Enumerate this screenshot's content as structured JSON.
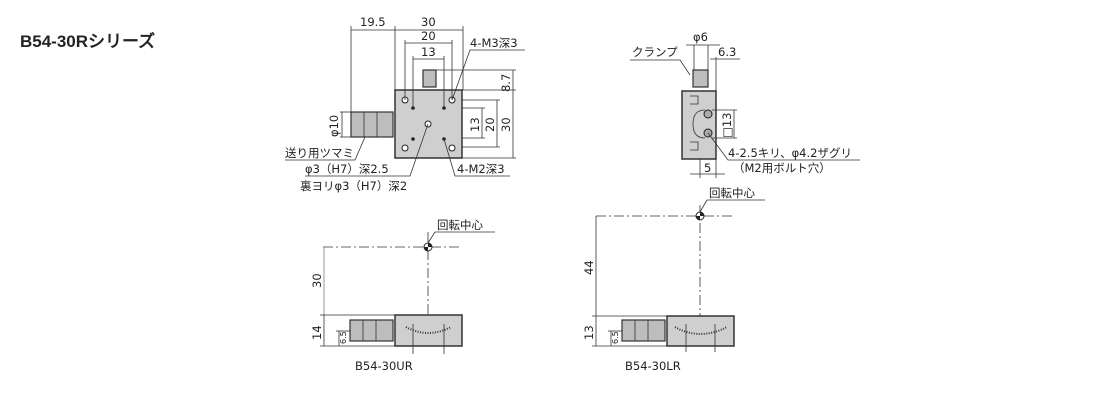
{
  "title": "B54-30Rシリーズ",
  "top_view": {
    "dims": {
      "knob_len": "19.5",
      "width": "30",
      "hole_pitch": "20",
      "inner_pitch": "13",
      "clamp_height": "8.7",
      "v13": "13",
      "v20": "20",
      "v30": "30",
      "knob_dia": "φ10"
    },
    "labels": {
      "m3": "4-M3深3",
      "knob": "送り用ツマミ",
      "pin": "φ3（H7）深2.5",
      "pin_back": "裏ヨリφ3（H7）深2",
      "m2": "4-M2深3"
    }
  },
  "side_view": {
    "dims": {
      "clamp_dia": "φ6",
      "clamp_offset": "6.3",
      "square": "□13",
      "offset5": "5"
    },
    "labels": {
      "clamp": "クランプ",
      "holes": "4-2.5キリ、φ4.2ザグリ",
      "holes_note": "（M2用ボルト穴）"
    }
  },
  "rotation_center": "回転中心",
  "ur": {
    "name": "B54-30UR",
    "height": "30",
    "body": "14",
    "axis": "6.5"
  },
  "lr": {
    "name": "B54-30LR",
    "height": "44",
    "body": "13",
    "axis": "6.5"
  }
}
